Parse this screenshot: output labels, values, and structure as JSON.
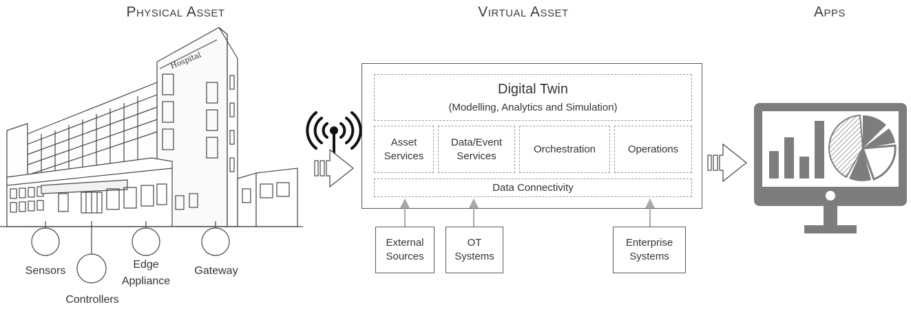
{
  "sections": {
    "physical": "Physical Asset",
    "virtual": "Virtual Asset",
    "apps": "Apps"
  },
  "building": {
    "sign": "Hospital"
  },
  "devices": {
    "sensors": "Sensors",
    "controllers": "Controllers",
    "edge_line1": "Edge",
    "edge_line2": "Appliance",
    "gateway": "Gateway"
  },
  "digital_twin": {
    "title": "Digital Twin",
    "subtitle": "(Modelling, Analytics and Simulation)"
  },
  "services": {
    "asset_l1": "Asset",
    "asset_l2": "Services",
    "data_l1": "Data/Event",
    "data_l2": "Services",
    "orchestration": "Orchestration",
    "operations": "Operations"
  },
  "connectivity": "Data Connectivity",
  "sources": {
    "external_l1": "External",
    "external_l2": "Sources",
    "ot_l1": "OT",
    "ot_l2": "Systems",
    "enterprise_l1": "Enterprise",
    "enterprise_l2": "Systems"
  },
  "colors": {
    "monitor": "#7d7d7d",
    "line": "#555555",
    "dashed": "#9a9a9a",
    "arrow_up": "#a8a8a8"
  },
  "icons": [
    "building-illustration",
    "antenna-signal-icon",
    "forward-arrow-icon",
    "monitor-icon",
    "bar-chart-icon",
    "pie-chart-icon"
  ]
}
